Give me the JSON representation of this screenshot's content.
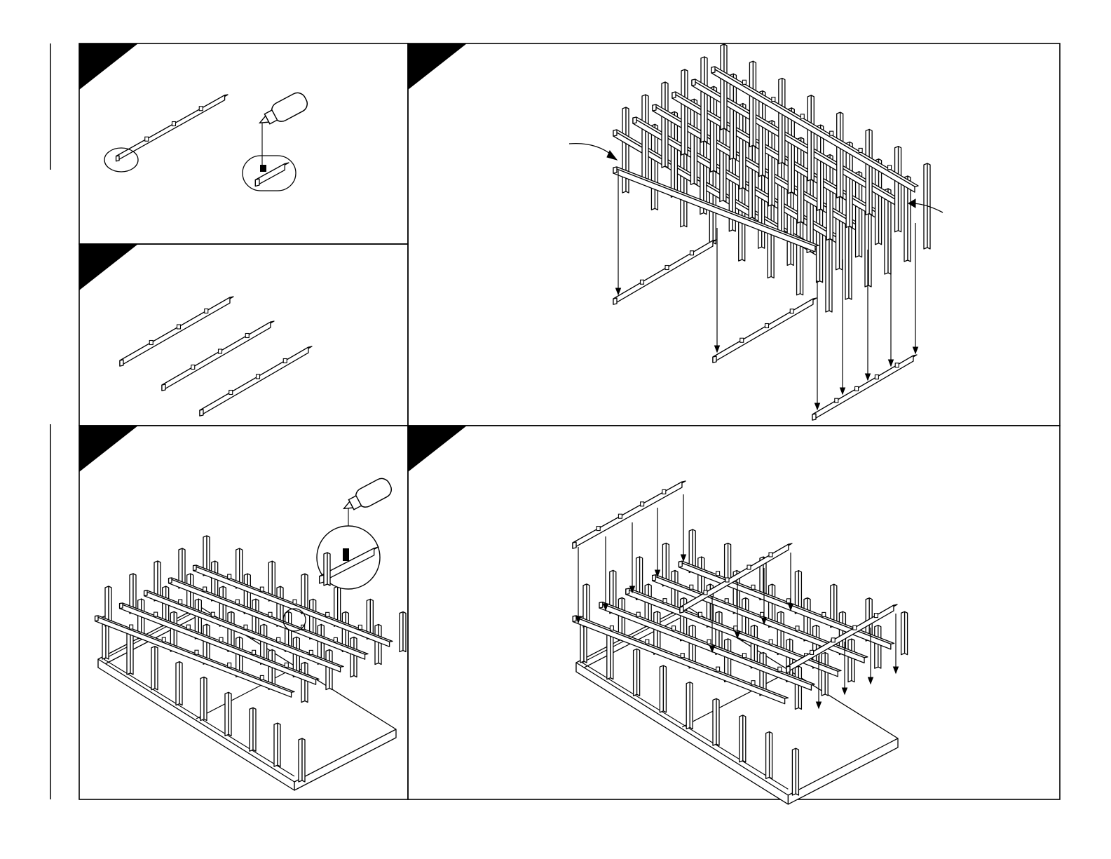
{
  "panels": [
    {
      "id": "step-glue-slot",
      "label": ""
    },
    {
      "id": "step-three-rails",
      "label": ""
    },
    {
      "id": "step-frame-glue",
      "label": ""
    },
    {
      "id": "step-attach-rails",
      "label": ""
    },
    {
      "id": "step-top-crossbars",
      "label": ""
    }
  ],
  "colors": {
    "line": "#000000",
    "paper": "#ffffff"
  }
}
